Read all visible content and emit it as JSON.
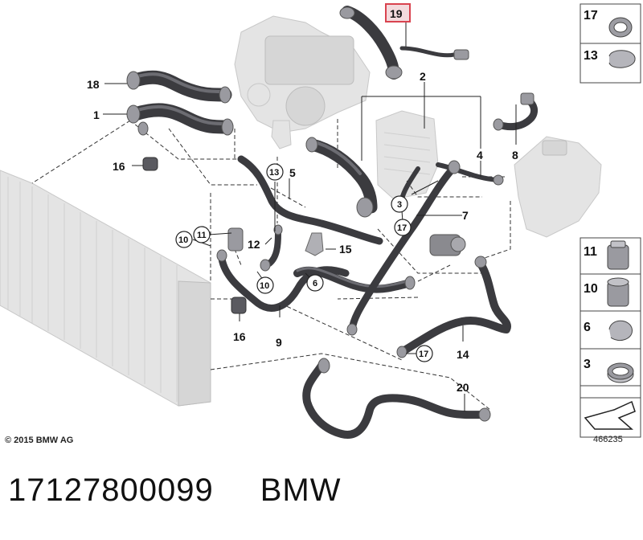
{
  "diagram": {
    "callouts": {
      "c1": "1",
      "c2": "2",
      "c4": "4",
      "c5": "5",
      "c7": "7",
      "c8": "8",
      "c9": "9",
      "c12": "12",
      "c14": "14",
      "c15": "15",
      "c16a": "16",
      "c16b": "16",
      "c18": "18",
      "c19": "19",
      "c20": "20"
    },
    "circled": {
      "o3": "3",
      "o6": "6",
      "o10a": "10",
      "o10b": "10",
      "o11": "11",
      "o13": "13",
      "o17a": "17",
      "o17b": "17"
    },
    "side_panel": [
      "17",
      "13",
      "11",
      "10",
      "6",
      "3"
    ],
    "highlight_color": "#d9434f",
    "copyright": "© 2015 BMW AG",
    "reference_number": "466235"
  },
  "caption": {
    "part_number": "17127800099",
    "brand": "BMW"
  }
}
